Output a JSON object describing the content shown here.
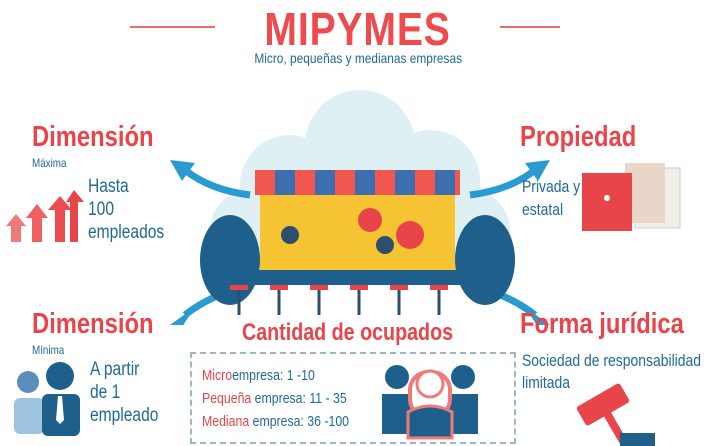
{
  "header": {
    "title": "MIPYMES",
    "subtitle": "Micro, pequeñas y medianas empresas"
  },
  "dim_max": {
    "title": "Dimensión",
    "subtitle": "Máxima",
    "lines": [
      "Hasta",
      "100",
      "empleados"
    ]
  },
  "propiedad": {
    "title": "Propiedad",
    "lines": [
      "Privada y",
      "estatal"
    ]
  },
  "dim_min": {
    "title": "Dimensión",
    "subtitle": "Mínima",
    "lines": [
      "A partir",
      "de 1",
      "empleado"
    ]
  },
  "forma": {
    "title": "Forma jurídica",
    "lines": [
      "Sociedad de responsabilidad",
      "limitada"
    ]
  },
  "ocupados": {
    "title": "Cantidad de ocupados",
    "rows": [
      {
        "a": "Micro",
        "b": "empresa:  1 -10"
      },
      {
        "a": "Pequeña",
        "b": " empresa: 11 - 35"
      },
      {
        "a": "Mediana",
        "b": " empresa:  36 -100"
      }
    ]
  },
  "colors": {
    "red": "#e8454a",
    "blue": "#1f6a96",
    "cloud": "#dff0f5"
  }
}
